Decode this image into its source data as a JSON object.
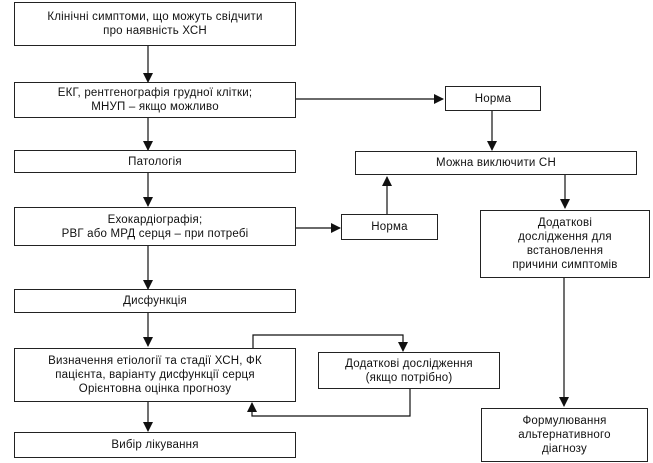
{
  "diagram": {
    "nodes": {
      "symptoms": [
        "Клінічні симптоми, що можуть свідчити",
        "про наявність ХСН"
      ],
      "ecg": [
        "ЕКГ, рентгенографія грудної клітки;",
        "МНУП – якщо можливо"
      ],
      "pathology": [
        "Патологія"
      ],
      "echo": [
        "Ехокардіографія;",
        "РВГ або МРД серця – при потребі"
      ],
      "dysfunction": [
        "Дисфункція"
      ],
      "etiology": [
        "Визначення  етіології та стадії ХСН, ФК",
        "пацієнта, варіанту дисфункції серця",
        "Орієнтовна оцінка прогнозу"
      ],
      "treatment": [
        "Вибір лікування"
      ],
      "norm_top": [
        "Норма"
      ],
      "exclude_hf": [
        "Можна виключити СН"
      ],
      "norm_mid": [
        "Норма"
      ],
      "extra_cause": [
        "Додаткові",
        "дослідження для",
        "встановлення",
        "причини симптомів"
      ],
      "extra_if_needed": [
        "Додаткові дослідження",
        "(якщо потрібно)"
      ],
      "alt_diagnosis": [
        "Формулювання",
        "альтернативного",
        "діагнозу"
      ]
    },
    "edges": [
      {
        "from": "symptoms",
        "to": "ecg"
      },
      {
        "from": "ecg",
        "to": "pathology"
      },
      {
        "from": "ecg",
        "to": "norm_top"
      },
      {
        "from": "norm_top",
        "to": "exclude_hf"
      },
      {
        "from": "pathology",
        "to": "echo"
      },
      {
        "from": "echo",
        "to": "norm_mid"
      },
      {
        "from": "norm_mid",
        "to": "exclude_hf"
      },
      {
        "from": "exclude_hf",
        "to": "extra_cause"
      },
      {
        "from": "echo",
        "to": "dysfunction"
      },
      {
        "from": "dysfunction",
        "to": "etiology"
      },
      {
        "from": "etiology",
        "to": "extra_if_needed"
      },
      {
        "from": "extra_if_needed",
        "to": "etiology"
      },
      {
        "from": "etiology",
        "to": "treatment"
      },
      {
        "from": "extra_cause",
        "to": "alt_diagnosis"
      }
    ]
  }
}
